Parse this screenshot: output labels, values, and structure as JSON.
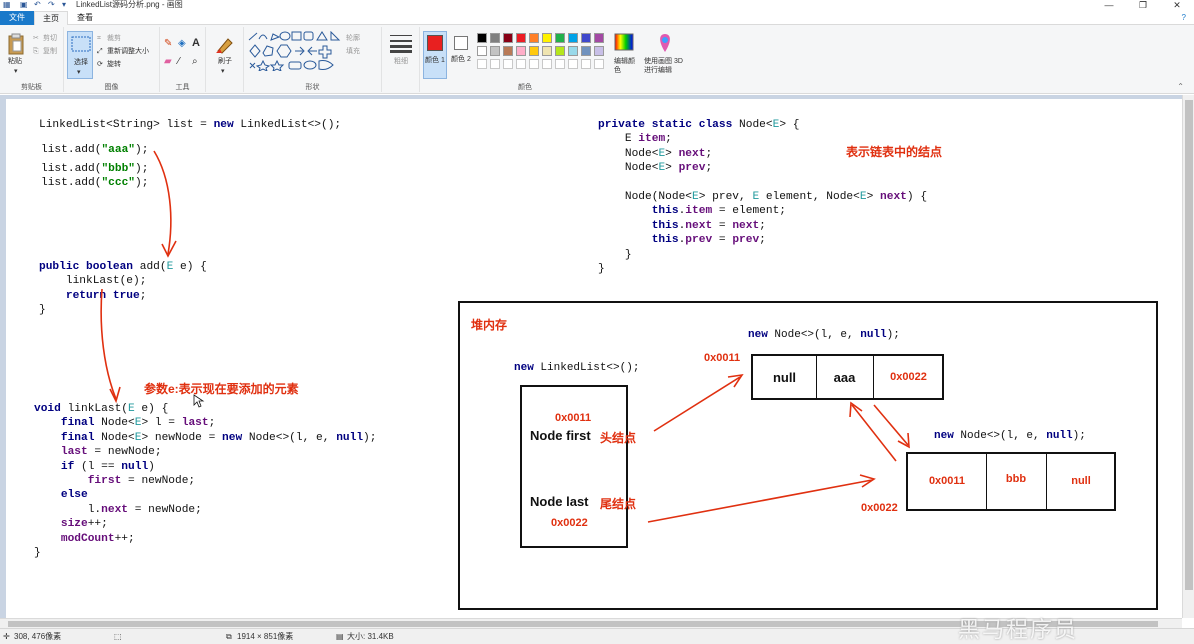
{
  "window": {
    "title": "LinkedList源码分析.png - 画图",
    "minimize": "—",
    "maximize": "❐",
    "close": "✕"
  },
  "tabs": [
    "文件",
    "主页",
    "查看"
  ],
  "ribbon": {
    "clipboard": {
      "paste": "粘贴",
      "cut": "剪切",
      "copy": "复制",
      "label": "剪贴板"
    },
    "image": {
      "select": "选择",
      "crop": "裁剪",
      "resize": "重新调整大小",
      "rotate": "旋转",
      "label": "图像"
    },
    "tools": {
      "label": "工具"
    },
    "brushes": {
      "label": "刷子"
    },
    "shapes": {
      "outline": "轮廓",
      "fill": "填充",
      "label": "形状"
    },
    "size": {
      "label": "粗细"
    },
    "colors": {
      "color1": "颜色 1",
      "color2": "颜色 2",
      "edit": "编辑颜色",
      "paint3d": "使用画图 3D 进行编辑",
      "label": "颜色",
      "color1_value": "#e82020",
      "palette": [
        "#000000",
        "#7f7f7f",
        "#880015",
        "#ed1c24",
        "#ff7f27",
        "#fff200",
        "#22b14c",
        "#00a2e8",
        "#3f48cc",
        "#a349a4",
        "#ffffff",
        "#c3c3c3",
        "#b97a57",
        "#ffaec9",
        "#ffc90e",
        "#efe4b0",
        "#b5e61d",
        "#99d9ea",
        "#7092be",
        "#c8bfe7"
      ]
    }
  },
  "code": {
    "decl": "LinkedList<String> list = new LinkedList<>();",
    "adds": [
      "list.add(\"aaa\");",
      "list.add(\"bbb\");",
      "list.add(\"ccc\");"
    ],
    "add_method": [
      "public boolean add(E e) {",
      "    linkLast(e);",
      "    return true;",
      "}"
    ],
    "linklast_method": [
      "void linkLast(E e) {",
      "    final Node<E> l = last;",
      "    final Node<E> newNode = new Node<>(l, e, null);",
      "    last = newNode;",
      "    if (l == null)",
      "        first = newNode;",
      "    else",
      "        l.next = newNode;",
      "    size++;",
      "    modCount++;",
      "}"
    ],
    "node_class": [
      "private static class Node<E> {",
      "    E item;",
      "    Node<E> next;",
      "    Node<E> prev;",
      "",
      "    Node(Node<E> prev, E element, Node<E> next) {",
      "        this.item = element;",
      "        this.next = next;",
      "        this.prev = prev;",
      "    }",
      "}"
    ]
  },
  "annotations": {
    "param_note": "参数e:表示现在要添加的元素",
    "node_note": "表示链表中的结点",
    "heap": "堆内存",
    "head": "头结点",
    "tail": "尾结点"
  },
  "diagram": {
    "new_linkedlist": "new LinkedList<>();",
    "list_obj": {
      "addr_first": "0x0011",
      "first": "Node first",
      "last": "Node last",
      "addr_last": "0x0022"
    },
    "node1": {
      "label": "new Node<>(l, e, null);",
      "addr": "0x0011",
      "cells": [
        "null",
        "aaa",
        "0x0022"
      ]
    },
    "node2": {
      "label": "new Node<>(l, e, null);",
      "addr": "0x0022",
      "cells": [
        "0x0011",
        "bbb",
        "null"
      ]
    }
  },
  "status": {
    "cursor": "308, 476像素",
    "dimensions": "1914 × 851像素",
    "size": "大小: 31.4KB"
  },
  "watermark": "黑马程序员"
}
